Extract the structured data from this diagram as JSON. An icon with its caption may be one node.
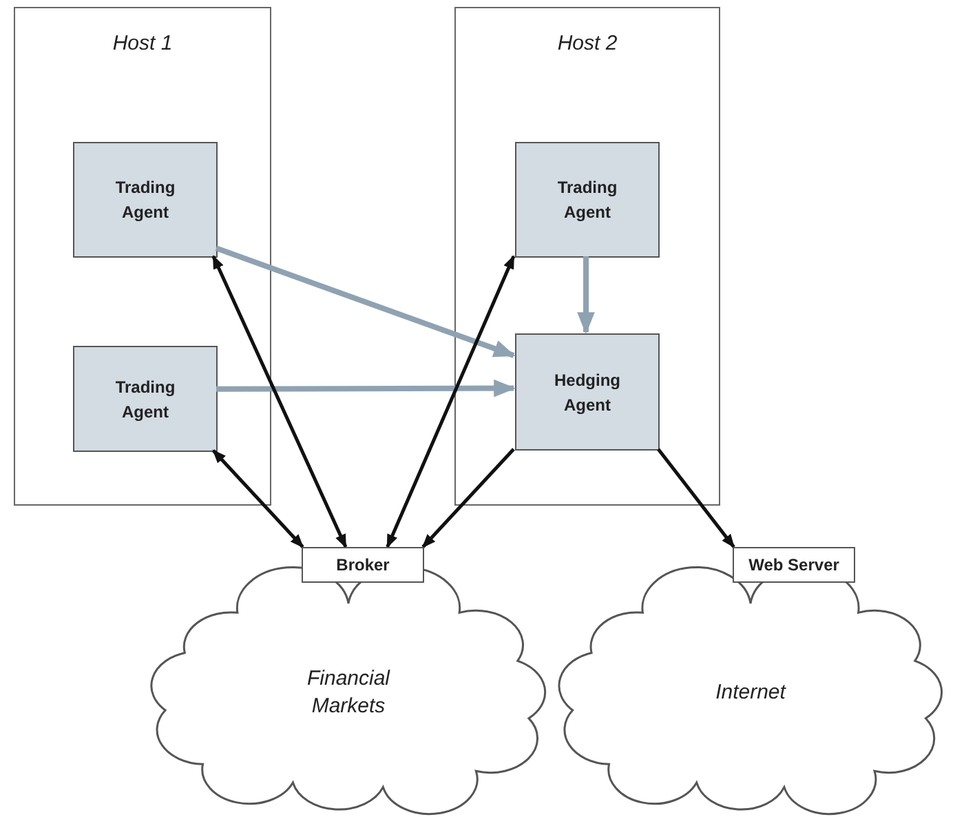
{
  "diagram": {
    "nodes": [
      {
        "text": [
          "Host 1"
        ]
      },
      {
        "text": [
          "Trading Agent"
        ],
        "in": 0
      },
      {
        "text": [
          "Trading Agent"
        ],
        "in": 0
      },
      {
        "text": [
          "Host 2"
        ]
      },
      {
        "text": [
          "Trading Agent"
        ],
        "in": 3
      },
      {
        "text": [
          "Hedging Agent"
        ],
        "in": 3
      },
      {
        "text": [
          "Broker"
        ]
      },
      {
        "text": [
          "Financial Markets"
        ]
      },
      {
        "text": [
          "Web Server"
        ]
      },
      {
        "text": [
          "Internet"
        ]
      }
    ],
    "edges": [
      {
        "from": 1,
        "to": 5,
        "arrow": "to",
        "color": "#8fa2b2"
      },
      {
        "from": 2,
        "to": 5,
        "arrow": "to",
        "color": "#8fa2b2"
      },
      {
        "from": 4,
        "to": 5,
        "arrow": "to",
        "color": "#8fa2b2"
      },
      {
        "from": 6,
        "to": 1,
        "arrow": "both"
      },
      {
        "from": 2,
        "to": 6,
        "arrow": "both"
      },
      {
        "from": 6,
        "to": 4,
        "arrow": "both"
      },
      {
        "from": 5,
        "to": 6,
        "arrow": "to"
      },
      {
        "from": 5,
        "to": 8,
        "arrow": "to"
      }
    ]
  }
}
